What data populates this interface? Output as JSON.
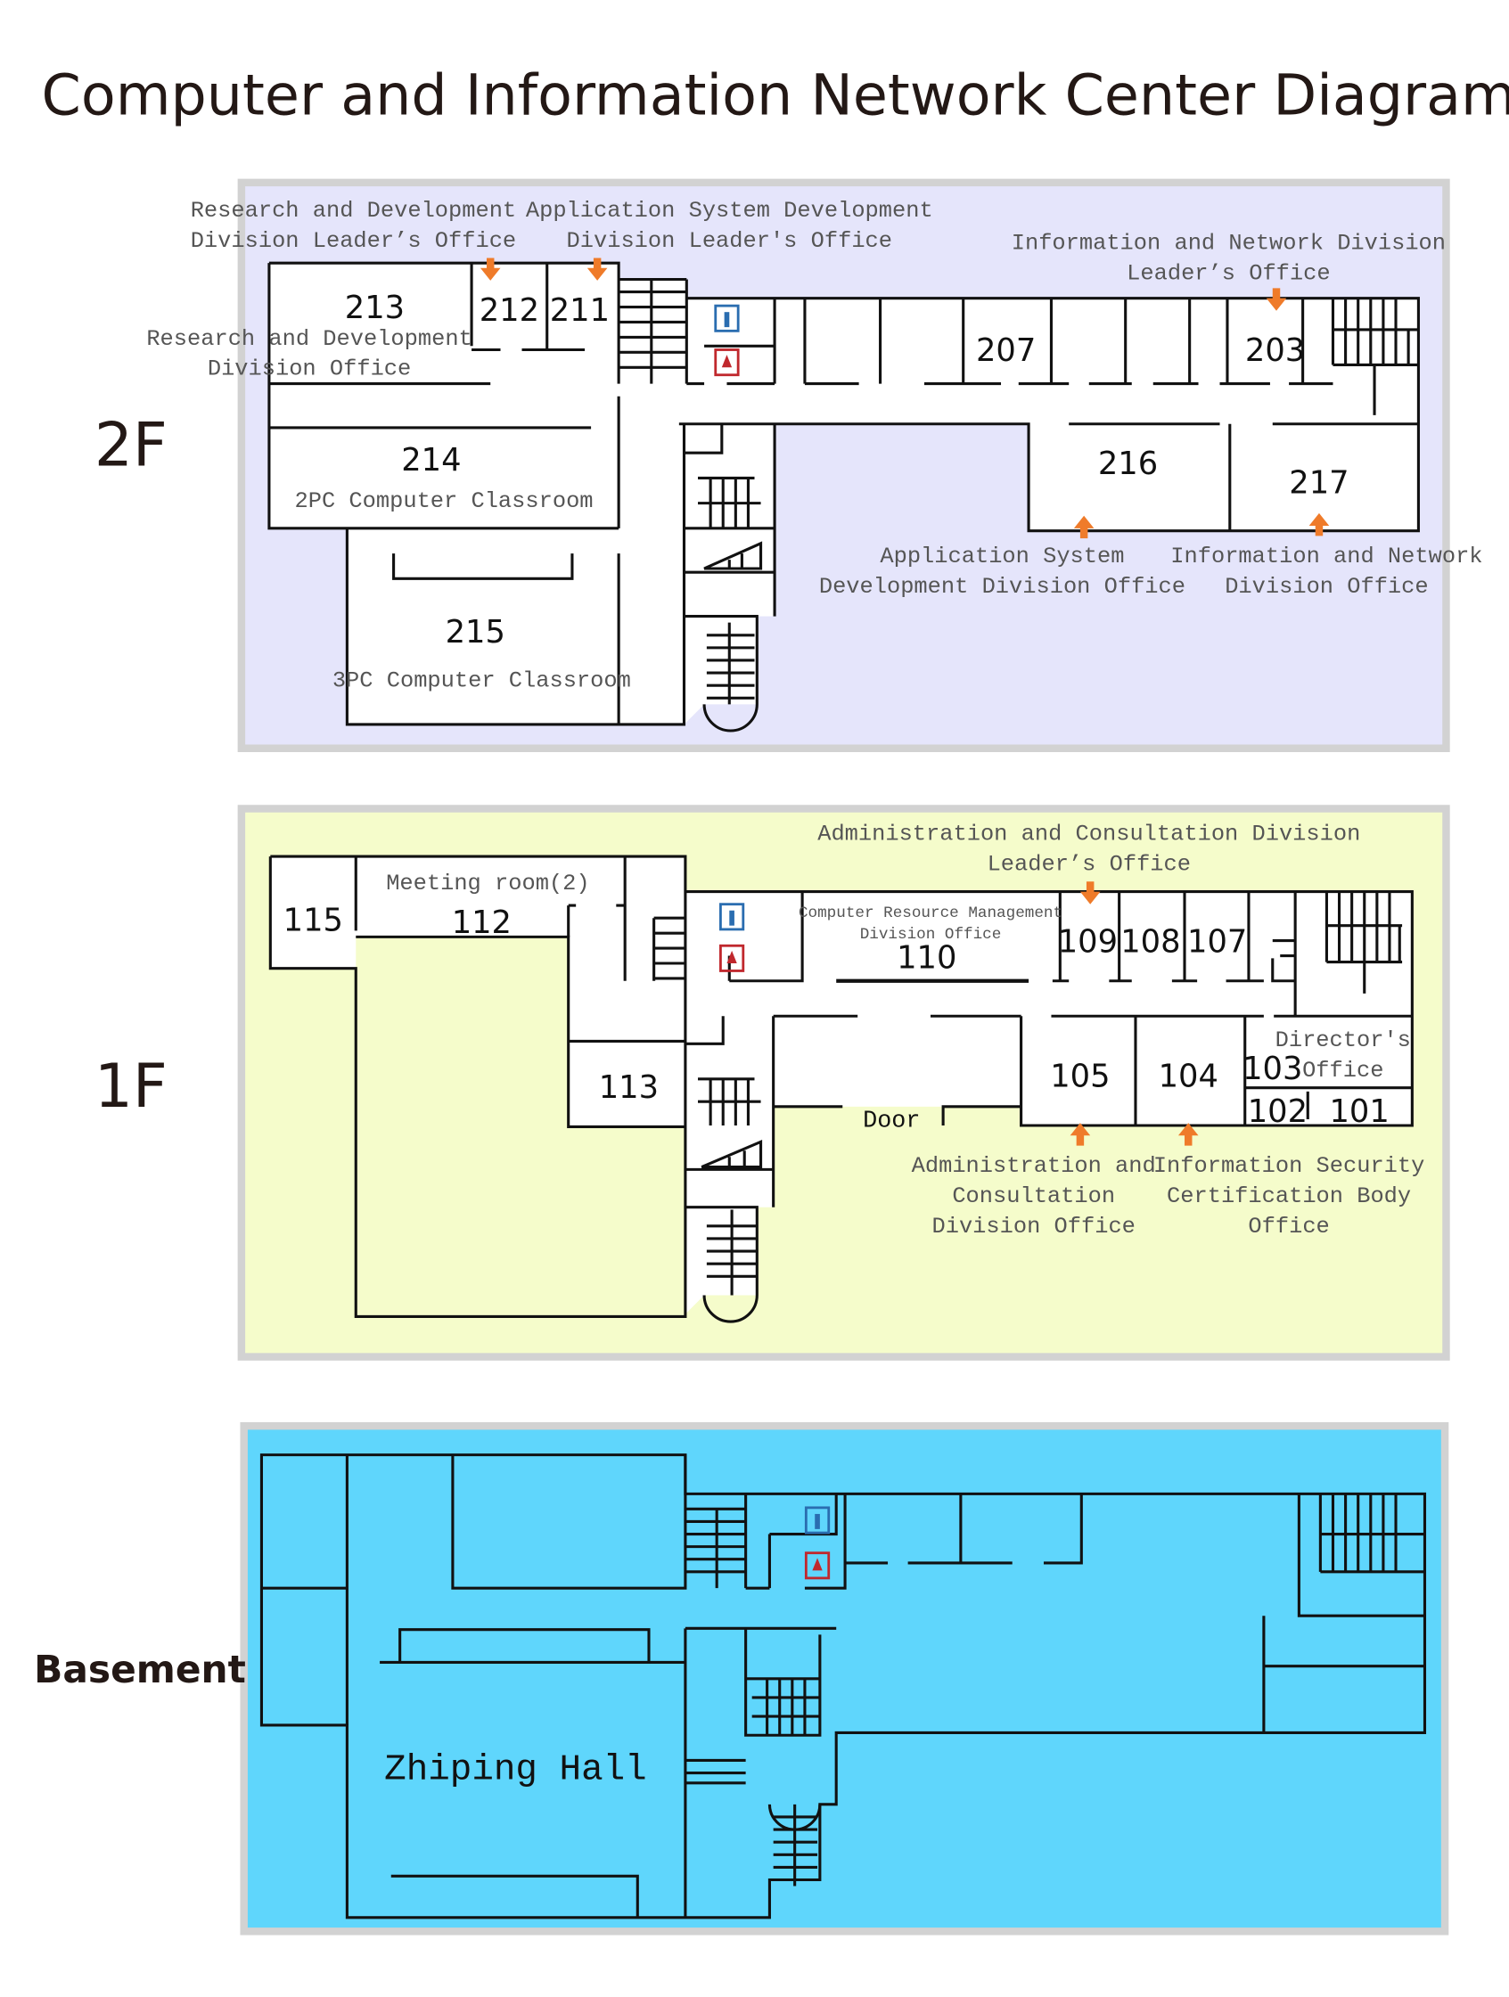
{
  "title": "Computer and Information Network Center Diagram",
  "colors": {
    "floor2_bg": "#e5e5fb",
    "floor1_bg": "#f5fccb",
    "basement_bg": "#5fd6fc",
    "arrow": "#ef7b2a",
    "male_icon": "#2a6db0",
    "female_icon": "#c0282d"
  },
  "floor2": {
    "label": "2F",
    "callouts": {
      "rd_leader": [
        "Research and Development",
        "Division Leader’s Office"
      ],
      "asd_leader": [
        "Application System Development",
        "Division Leader's Office"
      ],
      "in_leader": [
        "Information and Network Division",
        "Leader’s Office"
      ],
      "rd_office": [
        "Research and Development",
        "Division Office"
      ],
      "asd_office": [
        "Application System",
        "Development Division Office"
      ],
      "in_office": [
        "Information and Network",
        "Division Office"
      ]
    },
    "rooms": {
      "r213": "213",
      "r212": "212",
      "r211": "211",
      "r207": "207",
      "r203": "203",
      "r214": "214",
      "r216": "216",
      "r217": "217",
      "r215": "215"
    },
    "classrooms": {
      "c214": "2PC Computer Classroom",
      "c215": "3PC Computer Classroom"
    }
  },
  "floor1": {
    "label": "1F",
    "callouts": {
      "ac_leader": [
        "Administration and Consultation Division",
        "Leader’s Office"
      ],
      "crm_office": [
        "Computer Resource Management",
        "Division Office"
      ],
      "ac_office": [
        "Administration and",
        "Consultation",
        "Division Office"
      ],
      "isc_office": [
        "Information Security",
        "Certification Body",
        "Office"
      ],
      "director": [
        "Director's",
        "Office"
      ]
    },
    "meeting_room": "Meeting room(2)",
    "door": "Door",
    "rooms": {
      "r115": "115",
      "r112": "112",
      "r110": "110",
      "r109": "109",
      "r108": "108",
      "r107": "107",
      "r113": "113",
      "r105": "105",
      "r104": "104",
      "r103": "103",
      "r102": "102",
      "r101": "101"
    }
  },
  "basement": {
    "label": "Basement",
    "hall": "Zhiping Hall"
  },
  "icons": [
    "restroom-male-icon",
    "restroom-female-icon",
    "arrow-icon",
    "stairs-icon"
  ]
}
